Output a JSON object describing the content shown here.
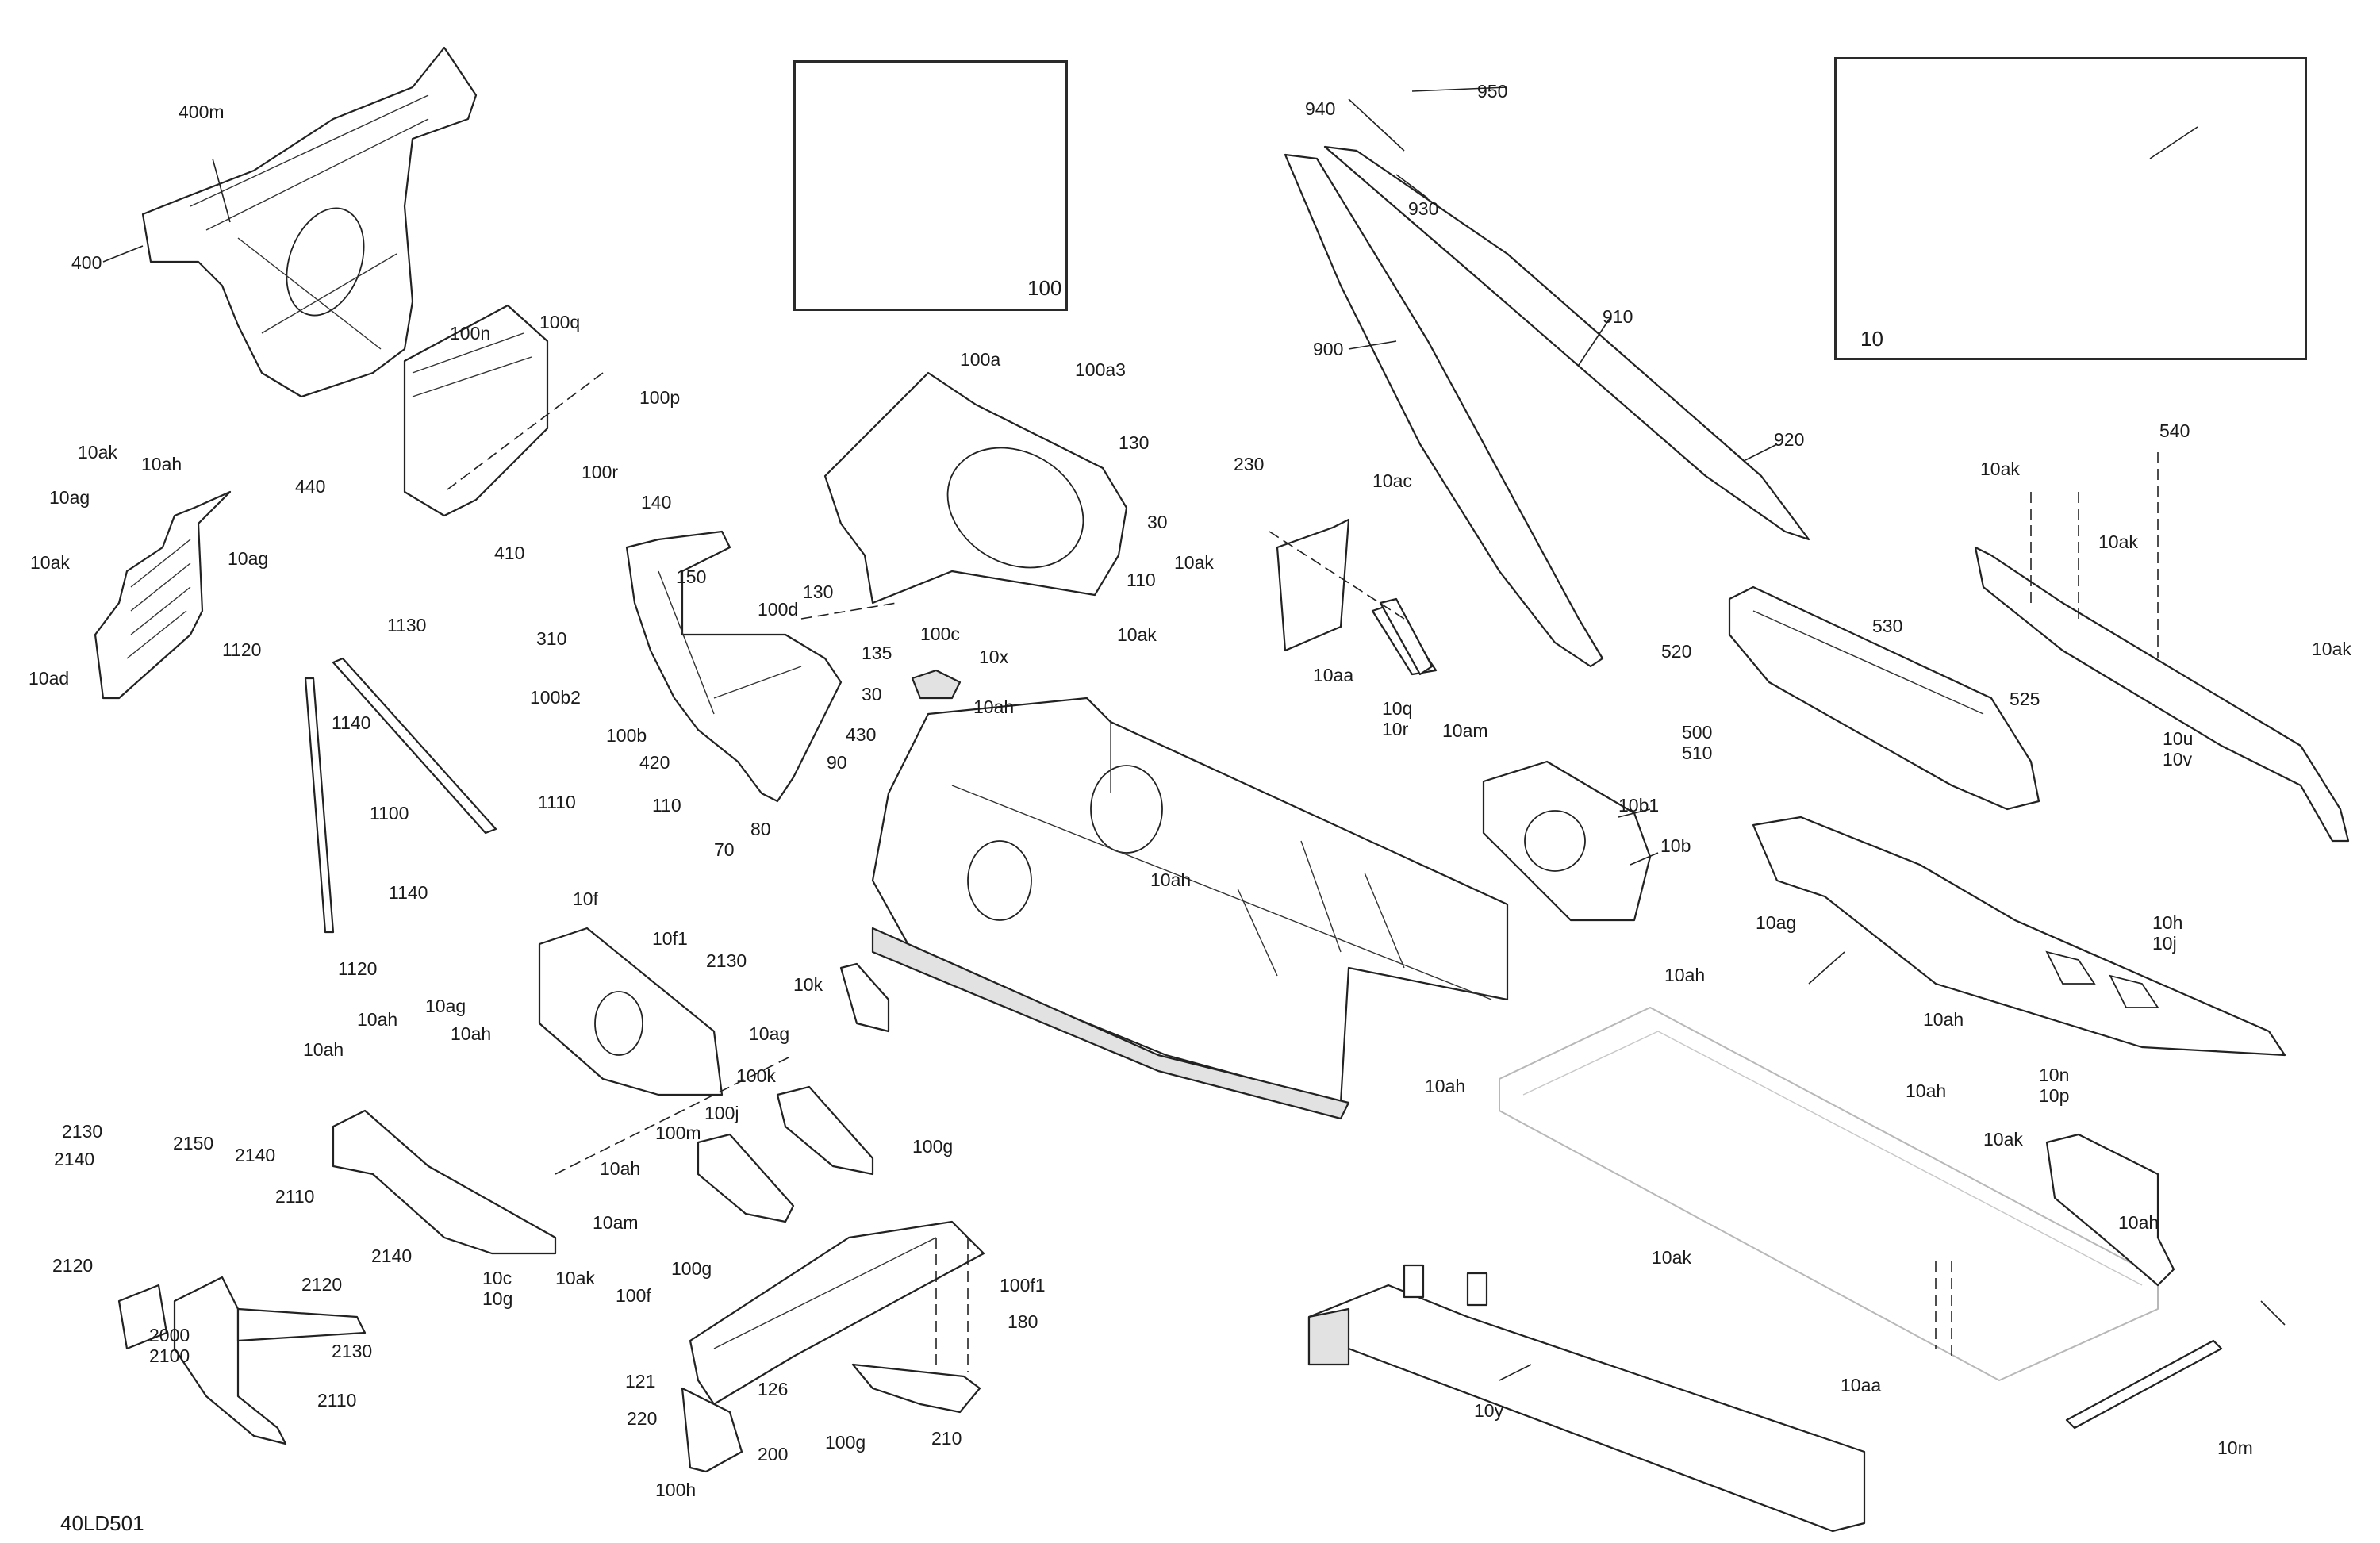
{
  "diagram": {
    "title": "Frame exploded parts diagram",
    "reference_code": "40LD501",
    "insets": [
      {
        "id": "inset-100",
        "label": "100"
      },
      {
        "id": "inset-10",
        "label": "10"
      }
    ],
    "callouts": [
      {
        "text": "400m"
      },
      {
        "text": "400"
      },
      {
        "text": "100n"
      },
      {
        "text": "100q"
      },
      {
        "text": "100p"
      },
      {
        "text": "100r"
      },
      {
        "text": "440"
      },
      {
        "text": "10ak"
      },
      {
        "text": "10ah"
      },
      {
        "text": "10ag"
      },
      {
        "text": "10ak"
      },
      {
        "text": "10ag"
      },
      {
        "text": "10ad"
      },
      {
        "text": "140"
      },
      {
        "text": "410"
      },
      {
        "text": "150"
      },
      {
        "text": "310"
      },
      {
        "text": "100d"
      },
      {
        "text": "130"
      },
      {
        "text": "100b2"
      },
      {
        "text": "135"
      },
      {
        "text": "30"
      },
      {
        "text": "100b"
      },
      {
        "text": "430"
      },
      {
        "text": "420"
      },
      {
        "text": "90"
      },
      {
        "text": "110"
      },
      {
        "text": "80"
      },
      {
        "text": "70"
      },
      {
        "text": "1120"
      },
      {
        "text": "1130"
      },
      {
        "text": "1140"
      },
      {
        "text": "1100"
      },
      {
        "text": "1110"
      },
      {
        "text": "1140"
      },
      {
        "text": "1120"
      },
      {
        "text": "100a"
      },
      {
        "text": "100a3"
      },
      {
        "text": "130"
      },
      {
        "text": "30"
      },
      {
        "text": "110"
      },
      {
        "text": "100c"
      },
      {
        "text": "10x"
      },
      {
        "text": "10ah"
      },
      {
        "text": "950"
      },
      {
        "text": "940"
      },
      {
        "text": "930"
      },
      {
        "text": "910"
      },
      {
        "text": "900"
      },
      {
        "text": "920"
      },
      {
        "text": "230"
      },
      {
        "text": "10ac"
      },
      {
        "text": "10ak"
      },
      {
        "text": "10aa"
      },
      {
        "text": "10q\n10r"
      },
      {
        "text": "10am"
      },
      {
        "text": "10ak"
      },
      {
        "text": "10ah"
      },
      {
        "text": "540"
      },
      {
        "text": "10ak"
      },
      {
        "text": "10ak"
      },
      {
        "text": "530"
      },
      {
        "text": "520"
      },
      {
        "text": "525"
      },
      {
        "text": "500\n510"
      },
      {
        "text": "10ak"
      },
      {
        "text": "10u\n10v"
      },
      {
        "text": "10b1"
      },
      {
        "text": "10b"
      },
      {
        "text": "10h\n10j"
      },
      {
        "text": "10ag"
      },
      {
        "text": "10ah"
      },
      {
        "text": "10f"
      },
      {
        "text": "10f1"
      },
      {
        "text": "2130"
      },
      {
        "text": "10k"
      },
      {
        "text": "10ag"
      },
      {
        "text": "10ag"
      },
      {
        "text": "10ah"
      },
      {
        "text": "10ah"
      },
      {
        "text": "10ah"
      },
      {
        "text": "10ah"
      },
      {
        "text": "100k"
      },
      {
        "text": "100j"
      },
      {
        "text": "100m"
      },
      {
        "text": "100g"
      },
      {
        "text": "2130"
      },
      {
        "text": "2150"
      },
      {
        "text": "2140"
      },
      {
        "text": "2140"
      },
      {
        "text": "2110"
      },
      {
        "text": "2120"
      },
      {
        "text": "2140"
      },
      {
        "text": "2120"
      },
      {
        "text": "10am"
      },
      {
        "text": "10c\n10g"
      },
      {
        "text": "10ak"
      },
      {
        "text": "2000\n2100"
      },
      {
        "text": "2130"
      },
      {
        "text": "2110"
      },
      {
        "text": "100g"
      },
      {
        "text": "100f1"
      },
      {
        "text": "100f"
      },
      {
        "text": "180"
      },
      {
        "text": "121"
      },
      {
        "text": "126"
      },
      {
        "text": "220"
      },
      {
        "text": "200"
      },
      {
        "text": "100g"
      },
      {
        "text": "210"
      },
      {
        "text": "100h"
      },
      {
        "text": "10ah"
      },
      {
        "text": "10ah"
      },
      {
        "text": "10ah"
      },
      {
        "text": "10n\n10p"
      },
      {
        "text": "10ak"
      },
      {
        "text": "10ah"
      },
      {
        "text": "10ak"
      },
      {
        "text": "10aa"
      },
      {
        "text": "10y"
      },
      {
        "text": "10m"
      }
    ]
  }
}
